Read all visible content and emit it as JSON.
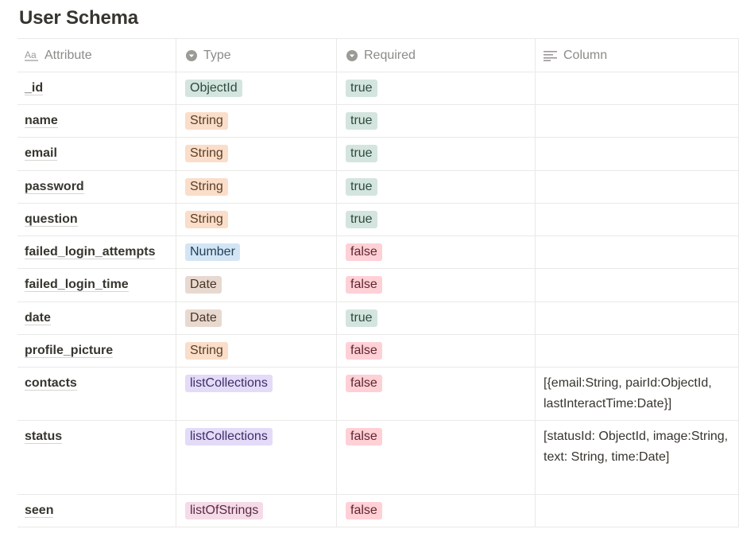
{
  "page": {
    "title": "User Schema"
  },
  "columns": {
    "attribute": "Attribute",
    "type": "Type",
    "required": "Required",
    "column": "Column"
  },
  "icons": {
    "attribute": "text-aa-icon",
    "type": "select-circle-icon",
    "required": "select-circle-icon",
    "column": "text-lines-icon"
  },
  "colors": {
    "ObjectId": "#d3e5de",
    "String": "#fadec9",
    "Number": "#d3e5f5",
    "Date": "#e8d9d0",
    "listCollections": "#e3dbf8",
    "listOfStrings": "#f5dbe8",
    "true": "#d3e5de",
    "false": "#ffd0d6"
  },
  "rows": [
    {
      "attribute": "_id",
      "type": "ObjectId",
      "required": "true",
      "column": ""
    },
    {
      "attribute": "name",
      "type": "String",
      "required": "true",
      "column": ""
    },
    {
      "attribute": "email",
      "type": "String",
      "required": "true",
      "column": ""
    },
    {
      "attribute": "password",
      "type": "String",
      "required": "true",
      "column": ""
    },
    {
      "attribute": "question",
      "type": "String",
      "required": "true",
      "column": ""
    },
    {
      "attribute": "failed_login_attempts",
      "type": "Number",
      "required": "false",
      "column": ""
    },
    {
      "attribute": "failed_login_time",
      "type": "Date",
      "required": "false",
      "column": ""
    },
    {
      "attribute": "date",
      "type": "Date",
      "required": "true",
      "column": ""
    },
    {
      "attribute": "profile_picture",
      "type": "String",
      "required": "false",
      "column": ""
    },
    {
      "attribute": "contacts",
      "type": "listCollections",
      "required": "false",
      "column": "[{email:String, pairId:ObjectId, lastInteractTime:Date}]"
    },
    {
      "attribute": "status",
      "type": "listCollections",
      "required": "false",
      "column": "[statusId: ObjectId, image:String, text: String, time:Date]"
    },
    {
      "attribute": "seen",
      "type": "listOfStrings",
      "required": "false",
      "column": ""
    }
  ]
}
